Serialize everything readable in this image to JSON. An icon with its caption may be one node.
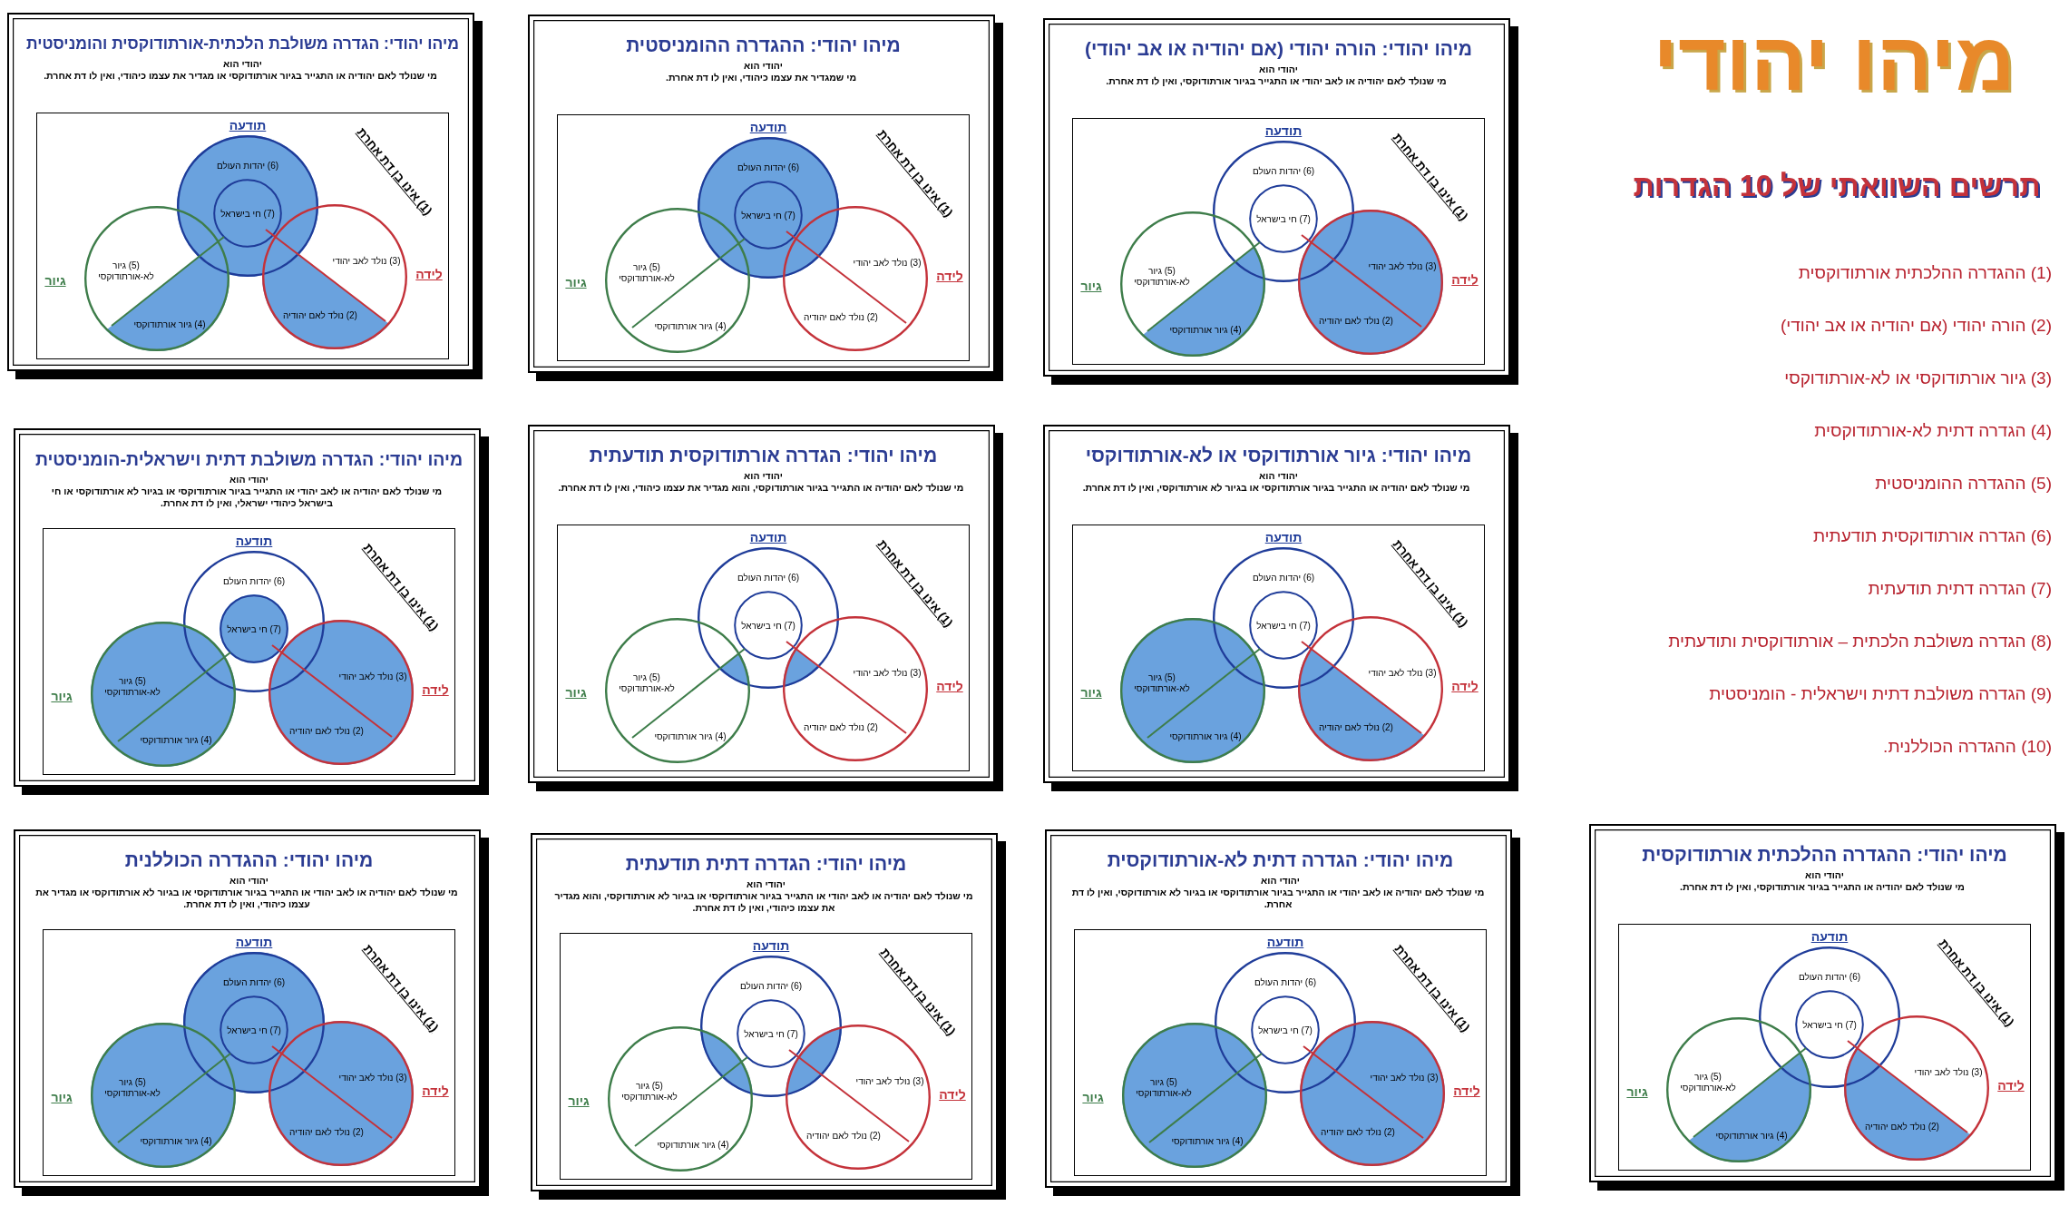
{
  "diagram": {
    "title": "מיהו יהודי",
    "nodes": [
      {
        "text": [
          "מיהו יהודי: ההגדרה ההלכתית אורתודוקסית",
          "יהודי הוא",
          "מי שנולד לאם יהודיה או התגייר בגיור אורתודוקסי, ואין לו דת אחרת."
        ]
      },
      {
        "text": [
          "(1) אינו בן דת אחרת"
        ],
        "in": 0
      },
      {
        "text": [
          "תודעה",
          "(6) יהדות העולם"
        ],
        "in": 1
      },
      {
        "text": [
          "(7) חי בישראל"
        ],
        "in": 2
      },
      {
        "text": [
          "גיור",
          "(5) גיור לא-אורתודוקסי",
          "(4) גיור אורתודוקסי"
        ],
        "in": 1
      },
      {
        "text": [
          "לידה",
          "(3) נולד לאב יהודי",
          "(2) נולד לאם יהודיה"
        ],
        "in": 1
      },
      {
        "text": [
          "מיהו יהודי: הורה יהודי (אם יהודיה או אב יהודי)",
          "יהודי הוא",
          "מי שנולד לאם יהודיה או לאב יהודי או התגייר בגיור אורתודוקסי, ואין לו דת אחרת."
        ]
      },
      {
        "text": [
          "(1) אינו בן דת אחרת"
        ],
        "in": 6
      },
      {
        "text": [
          "תודעה",
          "(6) יהדות העולם"
        ],
        "in": 7
      },
      {
        "text": [
          "(7) חי בישראל"
        ],
        "in": 8
      },
      {
        "text": [
          "גיור",
          "(5) גיור לא-אורתודוקסי",
          "(4) גיור אורתודוקסי"
        ],
        "in": 7
      },
      {
        "text": [
          "לידה",
          "(3) נולד לאב יהודי",
          "(2) נולד לאם יהודיה"
        ],
        "in": 7
      },
      {
        "text": [
          "מיהו יהודי: גיור אורתודוקסי או לא-אורתודוקסי",
          "יהודי הוא",
          "מי שנולד לאם יהודיה או התגייר בגיור אורתודוקסי או בגיור לא אורתודוקסי, ואין לו דת אחרת."
        ]
      },
      {
        "text": [
          "(1) אינו בן דת אחרת"
        ],
        "in": 12
      },
      {
        "text": [
          "תודעה",
          "(6) יהדות העולם"
        ],
        "in": 13
      },
      {
        "text": [
          "(7) חי בישראל"
        ],
        "in": 14
      },
      {
        "text": [
          "גיור",
          "(5) גיור לא-אורתודוקסי",
          "(4) גיור אורתודוקסי"
        ],
        "in": 13
      },
      {
        "text": [
          "לידה",
          "(3) נולד לאב יהודי",
          "(2) נולד לאם יהודיה"
        ],
        "in": 13
      },
      {
        "text": [
          "מיהו יהודי: הגדרה דתית לא-אורתודוקסית",
          "יהודי הוא",
          "מי שנולד לאם יהודיה או לאב יהודי או התגייר בגיור אורתודוקסי או בגיור לא אורתודוקסי, ואין לו דת אחרת."
        ]
      },
      {
        "text": [
          "(1) אינו בן דת אחרת"
        ],
        "in": 18
      },
      {
        "text": [
          "תודעה",
          "(6) יהדות העולם"
        ],
        "in": 19
      },
      {
        "text": [
          "(7) חי בישראל"
        ],
        "in": 20
      },
      {
        "text": [
          "גיור",
          "(5) גיור לא-אורתודוקסי",
          "(4) גיור אורתודוקסי"
        ],
        "in": 19
      },
      {
        "text": [
          "לידה",
          "(3) נולד לאב יהודי",
          "(2) נולד לאם יהודיה"
        ],
        "in": 19
      },
      {
        "text": [
          "מיהו יהודי: ההגדרה ההומניסטית",
          "יהודי הוא",
          "מי שמגדיר את עצמו כיהודי, ואין לו דת אחרת."
        ]
      },
      {
        "text": [
          "(1) אינו בן דת אחרת"
        ],
        "in": 24
      },
      {
        "text": [
          "תודעה",
          "(6) יהדות העולם"
        ],
        "in": 25
      },
      {
        "text": [
          "(7) חי בישראל"
        ],
        "in": 26
      },
      {
        "text": [
          "גיור",
          "(5) גיור לא-אורתודוקסי",
          "(4) גיור אורתודוקסי"
        ],
        "in": 25
      },
      {
        "text": [
          "לידה",
          "(3) נולד לאב יהודי",
          "(2) נולד לאם יהודיה"
        ],
        "in": 25
      },
      {
        "text": [
          "מיהו יהודי: הגדרה אורתודוקסית תודעתית",
          "יהודי הוא",
          "מי שנולד לאם יהודיה או התגייר בגיור אורתודוקסי, והוא מגדיר את עצמו כיהודי, ואין לו דת אחרת."
        ]
      },
      {
        "text": [
          "(1) אינו בן דת אחרת"
        ],
        "in": 30
      },
      {
        "text": [
          "תודעה",
          "(6) יהדות העולם"
        ],
        "in": 31
      },
      {
        "text": [
          "(7) חי בישראל"
        ],
        "in": 32
      },
      {
        "text": [
          "גיור",
          "(5) גיור לא-אורתודוקסי",
          "(4) גיור אורתודוקסי"
        ],
        "in": 31
      },
      {
        "text": [
          "לידה",
          "(3) נולד לאב יהודי",
          "(2) נולד לאם יהודיה"
        ],
        "in": 31
      },
      {
        "text": [
          "מיהו יהודי: הגדרה דתית תודעתית",
          "יהודי הוא",
          "מי שנולד לאם יהודיה או לאב יהודי או התגייר בגיור אורתודוקסי או בגיור לא אורתודוקסי, והוא מגדיר את עצמו כיהודי, ואין לו דת אחרת."
        ]
      },
      {
        "text": [
          "(1) אינו בן דת אחרת"
        ],
        "in": 36
      },
      {
        "text": [
          "תודעה",
          "(6) יהדות העולם"
        ],
        "in": 37
      },
      {
        "text": [
          "(7) חי בישראל"
        ],
        "in": 38
      },
      {
        "text": [
          "גיור",
          "(5) גיור לא-אורתודוקסי",
          "(4) גיור אורתודוקסי"
        ],
        "in": 37
      },
      {
        "text": [
          "לידה",
          "(3) נולד לאב יהודי",
          "(2) נולד לאם יהודיה"
        ],
        "in": 37
      },
      {
        "text": [
          "מיהו יהודי: הגדרה משולבת הלכתית-אורתודוקסית והומניסטית",
          "יהודי הוא",
          "מי שנולד לאם יהודיה או התגייר בגיור אורתודוקסי או מגדיר את עצמו כיהודי, ואין לו דת אחרת."
        ]
      },
      {
        "text": [
          "(1) אינו בן דת אחרת"
        ],
        "in": 42
      },
      {
        "text": [
          "תודעה",
          "(6) יהדות העולם"
        ],
        "in": 43
      },
      {
        "text": [
          "(7) חי בישראל"
        ],
        "in": 44
      },
      {
        "text": [
          "גיור",
          "(5) גיור לא-אורתודוקסי",
          "(4) גיור אורתודוקסי"
        ],
        "in": 43
      },
      {
        "text": [
          "לידה",
          "(3) נולד לאב יהודי",
          "(2) נולד לאם יהודיה"
        ],
        "in": 43
      },
      {
        "text": [
          "מיהו יהודי: הגדרה משולבת דתית וישראלית-הומניסטית",
          "יהודי הוא",
          "מי שנולד לאם יהודיה או לאב יהודי או התגייר בגיור אורתודוקסי או בגיור לא אורתודוקסי או חי בישראל כיהודי ישראלי, ואין לו דת אחרת."
        ]
      },
      {
        "text": [
          "(1) אינו בן דת אחרת"
        ],
        "in": 48
      },
      {
        "text": [
          "תודעה",
          "(6) יהדות העולם"
        ],
        "in": 49
      },
      {
        "text": [
          "(7) חי בישראל"
        ],
        "in": 50
      },
      {
        "text": [
          "גיור",
          "(5) גיור לא-אורתודוקסי",
          "(4) גיור אורתודוקסי"
        ],
        "in": 49
      },
      {
        "text": [
          "לידה",
          "(3) נולד לאב יהודי",
          "(2) נולד לאם יהודיה"
        ],
        "in": 49
      },
      {
        "text": [
          "מיהו יהודי: ההגדרה הכוללנית",
          "יהודי הוא",
          "מי שנולד לאם יהודיה או לאב יהודי או התגייר בגיור אורתודוקסי או בגיור לא אורתודוקסי או מגדיר את עצמו כיהודי, ואין לו דת אחרת."
        ]
      },
      {
        "text": [
          "(1) אינו בן דת אחרת"
        ],
        "in": 54
      },
      {
        "text": [
          "תודעה",
          "(6) יהדות העולם"
        ],
        "in": 55
      },
      {
        "text": [
          "(7) חי בישראל"
        ],
        "in": 56
      },
      {
        "text": [
          "גיור",
          "(5) גיור לא-אורתודוקסי",
          "(4) גיור אורתודוקסי"
        ],
        "in": 55
      },
      {
        "text": [
          "לידה",
          "(3) נולד לאב יהודי",
          "(2) נולד לאם יהודיה"
        ],
        "in": 55
      }
    ],
    "labels": [
      "תרשים השוואתי של 10 הגדרות",
      "(1) ההגדרה ההלכתית אורתודוקסית",
      "(2) הורה יהודי (אם יהודיה או אב יהודי)",
      "(3) גיור אורתודוקסי או לא-אורתודוקסי",
      "(4) הגדרה דתית לא-אורתודוקסית",
      "(5) ההגדרה ההומניסטית",
      "(6) הגדרה אורתודוקסית תודעתית",
      "(7) הגדרה דתית תודעתית",
      "(8) הגדרה משולבת הלכתית – אורתודוקסית ותודעתית",
      "(9) הגדרה משולבת דתית וישראלית - הומניסטית",
      "(10) ההגדרה הכוללנית."
    ]
  }
}
